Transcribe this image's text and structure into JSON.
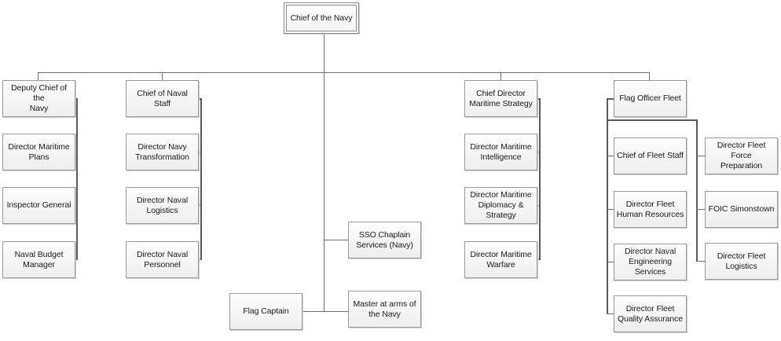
{
  "diagram": {
    "title": "Chief of the Navy organisational chart",
    "style": {
      "box_fill": "#f5f5f5",
      "box_border": "#9a9a9a",
      "connector": "#6d6d6d",
      "text": "#1a1a1a",
      "background": "#ffffff"
    }
  },
  "nodes": {
    "root": {
      "label": "Chief of the Navy"
    },
    "deputy_chief": {
      "label": "Deputy Chief of the\nNavy"
    },
    "dir_maritime_plans": {
      "label": "Director Maritime\nPlans"
    },
    "inspector_general": {
      "label": "Inspector General"
    },
    "naval_budget_manager": {
      "label": "Naval Budget\nManager"
    },
    "chief_naval_staff": {
      "label": "Chief of Naval Staff"
    },
    "dir_navy_transformation": {
      "label": "Director Navy\nTransformation"
    },
    "dir_naval_logistics": {
      "label": "Director Naval\nLogistics"
    },
    "dir_naval_personnel": {
      "label": "Director Naval\nPersonnel"
    },
    "chief_dir_maritime_strategy": {
      "label": "Chief Director\nMaritime Strategy"
    },
    "dir_maritime_intelligence": {
      "label": "Director Maritime\nIntelligence"
    },
    "dir_maritime_diplomacy": {
      "label": "Director Maritime\nDiplomacy &\nStrategy"
    },
    "dir_maritime_warfare": {
      "label": "Director Maritime\nWarfare"
    },
    "flag_officer_fleet": {
      "label": "Flag Officer Fleet"
    },
    "chief_fleet_staff": {
      "label": "Chief of Fleet Staff"
    },
    "dir_fleet_hr": {
      "label": "Director Fleet\nHuman Resources"
    },
    "dir_naval_eng_services": {
      "label": "Director Naval\nEngineering Services"
    },
    "dir_fleet_quality": {
      "label": "Director Fleet\nQuality Assurance"
    },
    "dir_fleet_force_prep": {
      "label": "Director Fleet Force\nPreparation"
    },
    "foic_simonstown": {
      "label": "FOIC Simonstown"
    },
    "dir_fleet_logistics": {
      "label": "Director Fleet\nLogistics"
    },
    "sso_chaplain": {
      "label": "SSO Chaplain\nServices (Navy)"
    },
    "flag_captain": {
      "label": "Flag Captain"
    },
    "master_at_arms": {
      "label": "Master at arms of\nthe Navy"
    }
  }
}
